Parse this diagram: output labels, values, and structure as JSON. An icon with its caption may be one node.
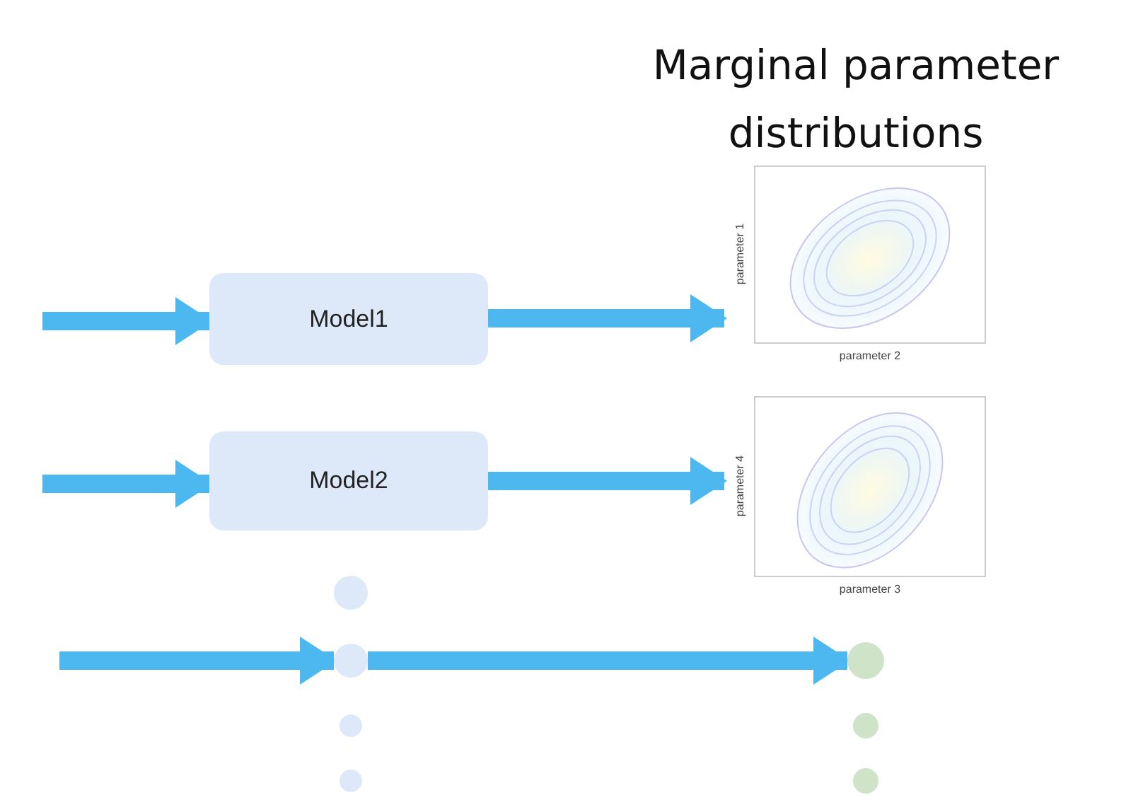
{
  "diagram": {
    "title": "Marginal parameter distributions",
    "nodes": [
      {
        "text": [
          "Model1"
        ]
      },
      {
        "text": [
          "Model2"
        ]
      },
      {
        "text": [
          "parameter 1",
          "parameter 2"
        ]
      },
      {
        "text": [
          "parameter 4",
          "parameter 3"
        ]
      },
      {
        "text": [],
        "shape": "circle"
      },
      {
        "text": [],
        "shape": "circle"
      },
      {
        "text": [],
        "shape": "circle"
      },
      {
        "text": [],
        "shape": "circle"
      },
      {
        "text": [],
        "shape": "circle"
      },
      {
        "text": [],
        "shape": "circle"
      },
      {
        "text": [],
        "shape": "circle"
      }
    ],
    "edges": [
      {
        "from": null,
        "to": 0,
        "arrow": "to"
      },
      {
        "from": 0,
        "to": 2,
        "arrow": "to"
      },
      {
        "from": null,
        "to": 1,
        "arrow": "to"
      },
      {
        "from": 1,
        "to": 3,
        "arrow": "to"
      },
      {
        "from": null,
        "to": 5,
        "arrow": "to"
      },
      {
        "from": 5,
        "to": 8,
        "arrow": "to"
      }
    ]
  }
}
